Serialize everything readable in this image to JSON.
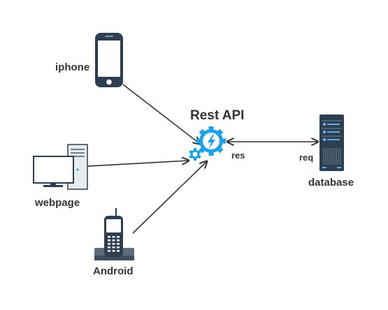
{
  "title": "Rest API",
  "nodes": {
    "iphone": {
      "label": "iphone",
      "icon": "smartphone-icon"
    },
    "webpage": {
      "label": "webpage",
      "icon": "desktop-computer-icon"
    },
    "android": {
      "label": "Android",
      "icon": "mobile-phone-icon"
    },
    "database": {
      "label": "database",
      "icon": "server-rack-icon"
    },
    "api": {
      "icon": "gear-lightning-icon"
    }
  },
  "edges": {
    "api_database": {
      "source_label": "res",
      "target_label": "req"
    }
  },
  "colors": {
    "line": "#333333",
    "text": "#333333",
    "accent": "#1aa3e8",
    "dark": "#2c3e50",
    "server": "#2b3f50",
    "server_light": "#5dade2"
  }
}
